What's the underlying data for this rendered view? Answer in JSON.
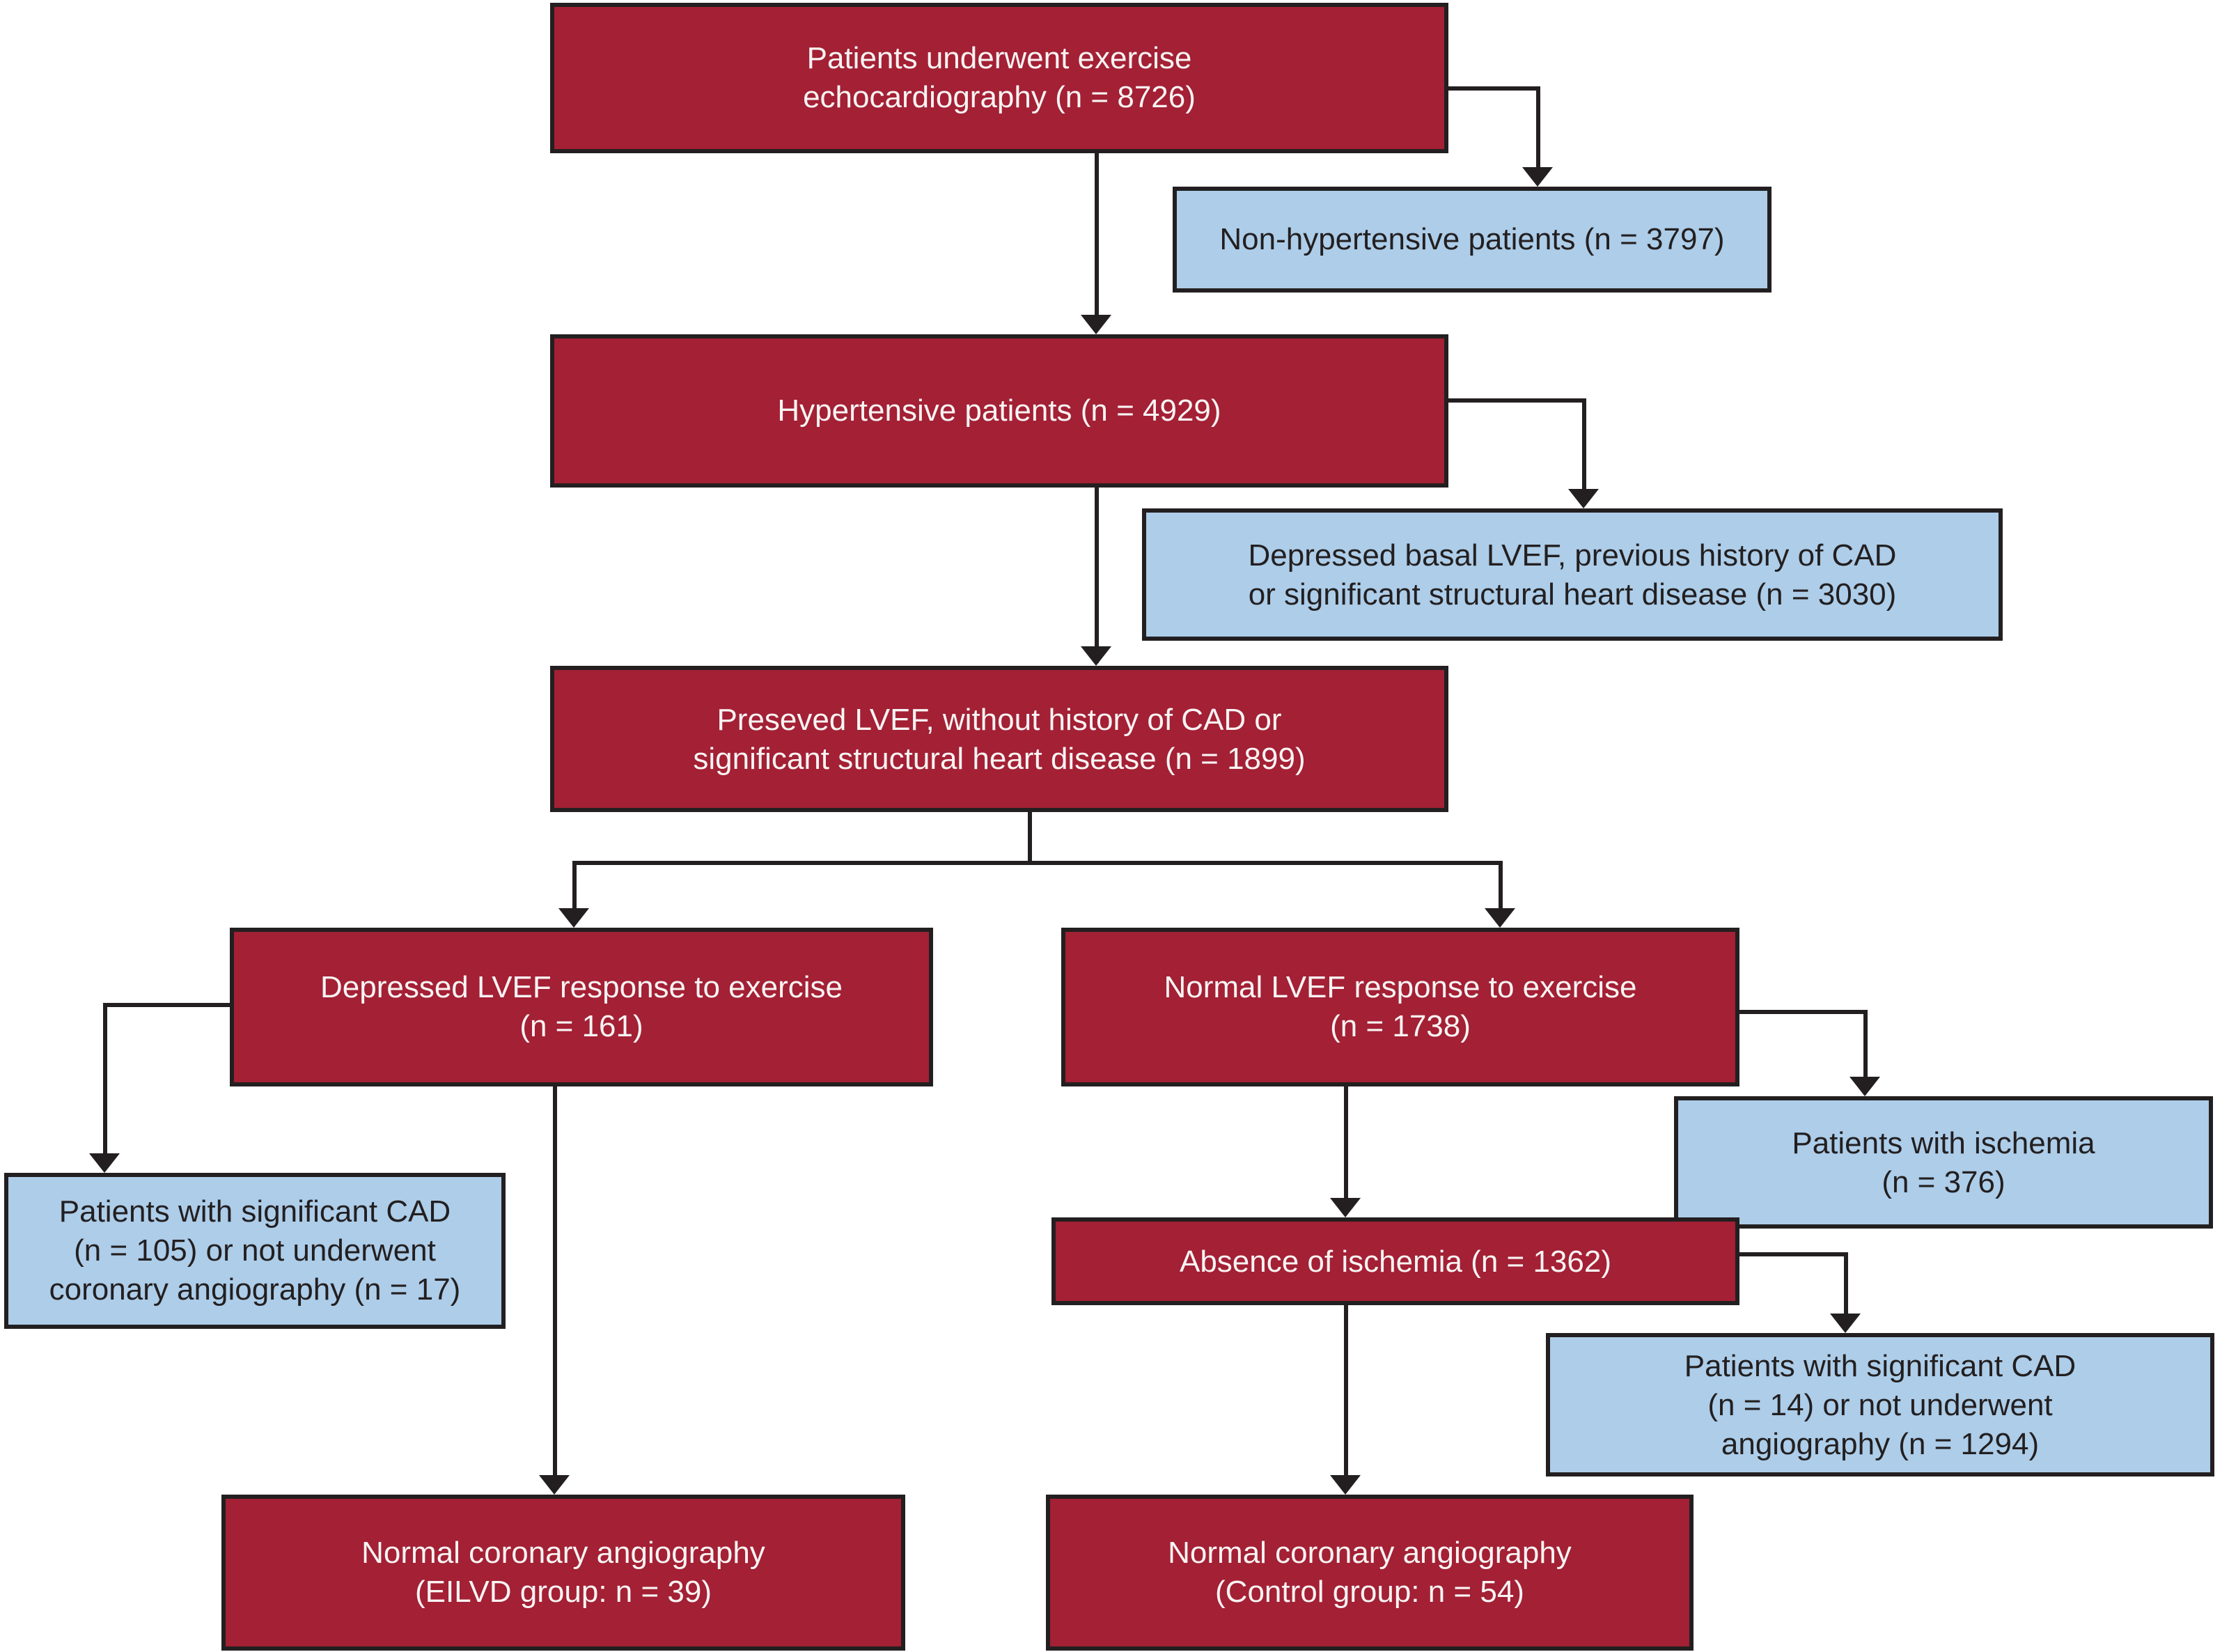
{
  "diagram": {
    "type": "flowchart",
    "colors": {
      "maroon": "#A32035",
      "blue": "#ADCDE9",
      "line": "#231F20",
      "text_on_maroon": "#F8F4F3",
      "text_on_blue": "#231F20",
      "background": "#FFFFFF"
    },
    "boxes": [
      {
        "id": "exercise-echo",
        "variant": "maroon",
        "lines": [
          "Patients underwent exercise",
          "echocardiography (n = 8726)"
        ]
      },
      {
        "id": "non-hypertensive",
        "variant": "blue",
        "lines": [
          "Non-hypertensive patients (n = 3797)"
        ]
      },
      {
        "id": "hypertensive",
        "variant": "maroon",
        "lines": [
          "Hypertensive patients (n = 4929)"
        ]
      },
      {
        "id": "depressed-basal-lvef",
        "variant": "blue",
        "lines": [
          "Depressed basal LVEF, previous history of CAD",
          "or significant structural heart disease (n = 3030)"
        ]
      },
      {
        "id": "preserved-lvef",
        "variant": "maroon",
        "lines": [
          "Preseved LVEF, without history of CAD or",
          "significant structural heart disease (n = 1899)"
        ]
      },
      {
        "id": "depressed-lvef-response",
        "variant": "maroon",
        "lines": [
          "Depressed LVEF response to exercise",
          "(n = 161)"
        ]
      },
      {
        "id": "normal-lvef-response",
        "variant": "maroon",
        "lines": [
          "Normal LVEF response to exercise",
          "(n = 1738)"
        ]
      },
      {
        "id": "significant-cad-105",
        "variant": "blue",
        "lines": [
          "Patients with significant CAD",
          "(n = 105) or not underwent",
          "coronary angiography (n = 17)"
        ]
      },
      {
        "id": "ischemia",
        "variant": "blue",
        "lines": [
          "Patients with ischemia",
          "(n = 376)"
        ]
      },
      {
        "id": "absence-ischemia",
        "variant": "maroon",
        "lines": [
          "Absence of ischemia (n = 1362)"
        ]
      },
      {
        "id": "significant-cad-14",
        "variant": "blue",
        "lines": [
          "Patients with significant CAD",
          "(n = 14) or not underwent",
          "angiography (n = 1294)"
        ]
      },
      {
        "id": "eilvd-group",
        "variant": "maroon",
        "lines": [
          "Normal coronary angiography",
          "(EILVD group: n = 39)"
        ]
      },
      {
        "id": "control-group",
        "variant": "maroon",
        "lines": [
          "Normal coronary angiography",
          "(Control group: n = 54)"
        ]
      }
    ],
    "edges": [
      {
        "from": "exercise-echo",
        "to": "hypertensive"
      },
      {
        "from": "exercise-echo",
        "to": "non-hypertensive"
      },
      {
        "from": "hypertensive",
        "to": "preserved-lvef"
      },
      {
        "from": "hypertensive",
        "to": "depressed-basal-lvef"
      },
      {
        "from": "preserved-lvef",
        "to": "depressed-lvef-response"
      },
      {
        "from": "preserved-lvef",
        "to": "normal-lvef-response"
      },
      {
        "from": "depressed-lvef-response",
        "to": "significant-cad-105"
      },
      {
        "from": "depressed-lvef-response",
        "to": "eilvd-group"
      },
      {
        "from": "normal-lvef-response",
        "to": "ischemia"
      },
      {
        "from": "normal-lvef-response",
        "to": "absence-ischemia"
      },
      {
        "from": "absence-ischemia",
        "to": "significant-cad-14"
      },
      {
        "from": "absence-ischemia",
        "to": "control-group"
      }
    ]
  }
}
